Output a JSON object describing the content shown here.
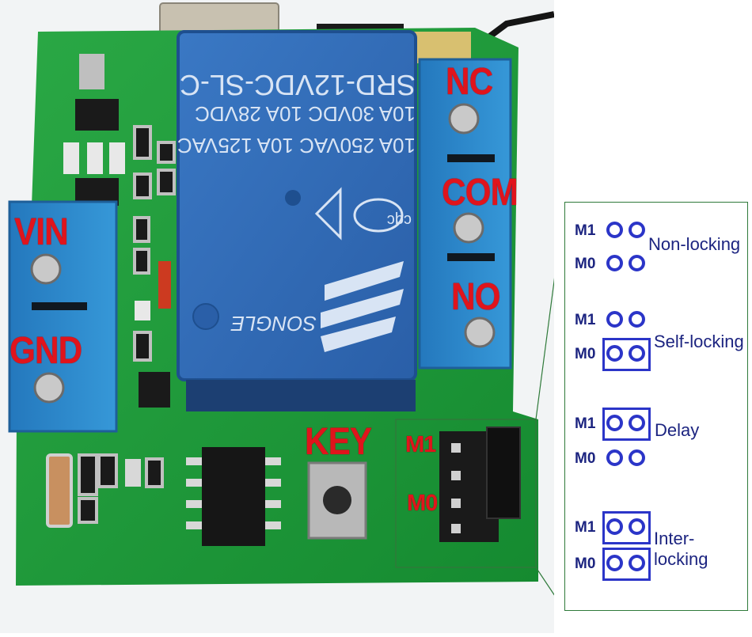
{
  "labels": {
    "nc": "NC",
    "com": "COM",
    "no": "NO",
    "vin": "VIN",
    "gnd": "GND",
    "key": "KEY",
    "m1": "M1",
    "m0": "M0"
  },
  "relay": {
    "model": "SRD-12VDC-SL-C",
    "rating1": "10A 250VAC 10A 125VAC",
    "rating2": "10A 30VDC 10A 28VDC",
    "brand": "SONGLE",
    "cert": "cqc"
  },
  "legend": {
    "groups": [
      {
        "mode": "Non-locking",
        "m1": "M1",
        "m0": "M0",
        "jumper_m1": false,
        "jumper_m0": false
      },
      {
        "mode": "Self-locking",
        "m1": "M1",
        "m0": "M0",
        "jumper_m1": false,
        "jumper_m0": true
      },
      {
        "mode": "Delay",
        "m1": "M1",
        "m0": "M0",
        "jumper_m1": true,
        "jumper_m0": false
      },
      {
        "mode": "Inter-locking",
        "m1": "M1",
        "m0": "M0",
        "jumper_m1": true,
        "jumper_m0": true
      }
    ]
  },
  "colors": {
    "pcb_green": "#1f9a3a",
    "relay_blue": "#2f6ab8",
    "terminal_blue": "#2c86c9",
    "label_red": "#e0141c",
    "legend_blue": "#2b35c8"
  }
}
